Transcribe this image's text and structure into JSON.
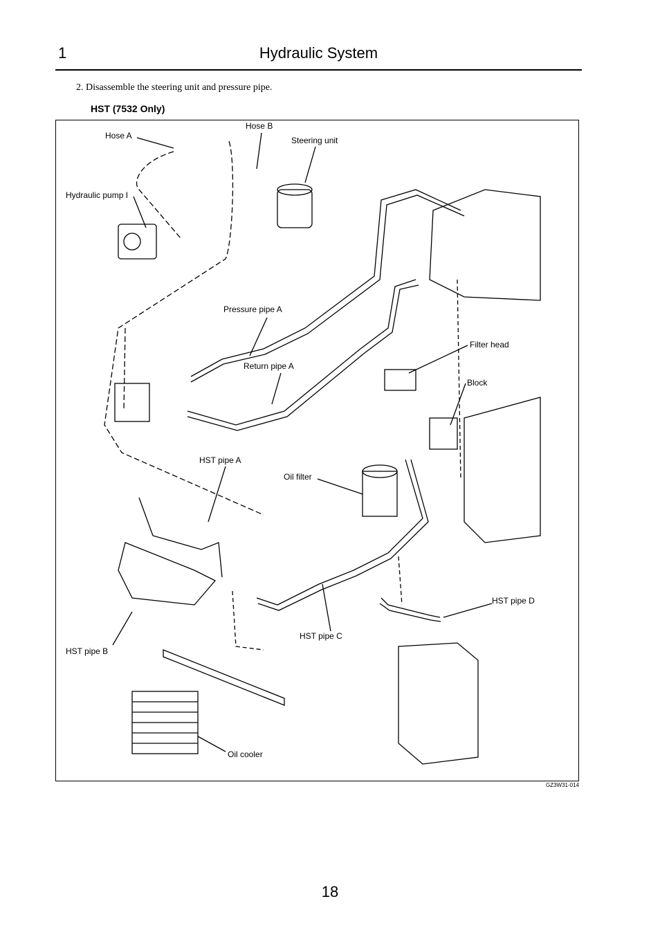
{
  "header": {
    "chapter": "1",
    "title": "Hydraulic System"
  },
  "step": "2.  Disassemble the steering unit and pressure pipe.",
  "subtitle": "HST (7532 Only)",
  "figure": {
    "labels": {
      "hose_a": "Hose A",
      "hose_b": "Hose B",
      "steering_unit": "Steering unit",
      "hydraulic_pump": "Hydraulic pump I",
      "pressure_pipe_a": "Pressure pipe A",
      "return_pipe_a": "Return pipe A",
      "filter_head": "Filter head",
      "block": "Block",
      "hst_pipe_a": "HST pipe A",
      "oil_filter": "Oil filter",
      "hst_pipe_d": "HST pipe D",
      "hst_pipe_c": "HST pipe C",
      "hst_pipe_b": "HST pipe B",
      "oil_cooler": "Oil cooler"
    },
    "code": "GZ3W31-014"
  },
  "page_number": "18"
}
